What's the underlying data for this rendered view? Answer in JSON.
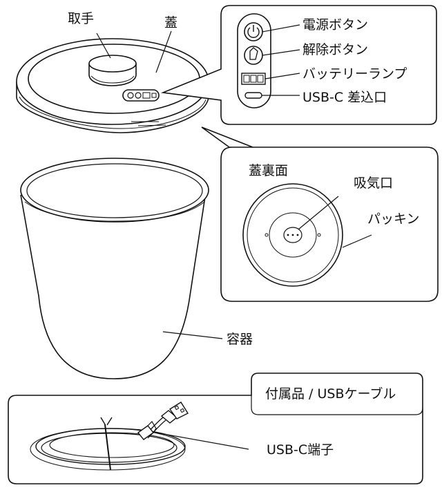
{
  "labels": {
    "handle": "取手",
    "lid": "蓋",
    "power_button": "電源ボタン",
    "release_button": "解除ボタン",
    "battery_lamp": "バッテリーランプ",
    "usbc_port": "USB-C 差込口",
    "lid_underside": "蓋裏面",
    "intake": "吸気口",
    "gasket": "パッキン",
    "container": "容器",
    "accessory": "付属品 / USBケーブル",
    "usbc_terminal": "USB-C端子"
  },
  "icons": {
    "power": "power-icon",
    "release": "release-icon",
    "battery": "battery-icon",
    "usb_port": "usb-port-icon"
  }
}
